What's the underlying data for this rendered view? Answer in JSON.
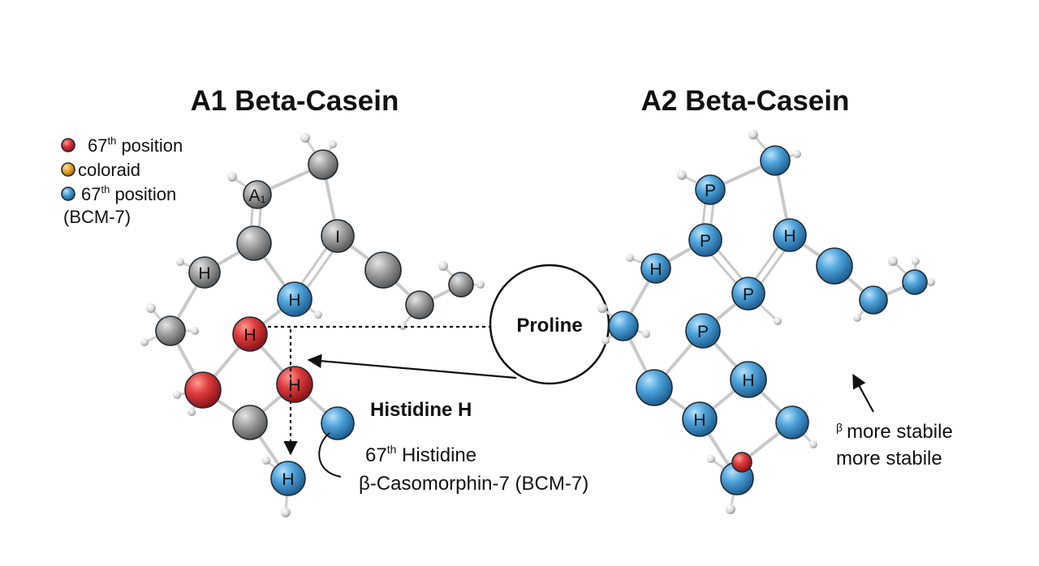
{
  "titles": {
    "a1": "A1 Beta-Casein",
    "a2": "A2 Beta-Casein"
  },
  "legend": [
    {
      "color": "#d8363a",
      "pre": "67",
      "sup": "th",
      "post": " position"
    },
    {
      "color": "#e9a827",
      "pre": "coloraid",
      "sup": "",
      "post": ""
    },
    {
      "color": "#5aa9dc",
      "pre": "67",
      "sup": "th",
      "post": " position"
    },
    {
      "color": "",
      "pre": "(BCM-7)",
      "sup": "",
      "post": ""
    }
  ],
  "proline_label": "Proline",
  "histidine_label": "Histidine H",
  "bcm_lines": {
    "line1_pre": "67",
    "line1_sup": "th",
    "line1_post": " Histidine",
    "line2": "β-Casomorphin-7 (BCM-7)"
  },
  "stability": {
    "prefix": "β",
    "line1": "more stabile",
    "line2": "more stabile"
  },
  "atom_letters": {
    "a1_label": "A₁",
    "isoleucine": "I",
    "histidine": "H",
    "proline": "P"
  },
  "colors": {
    "gray": "#9a9a9a",
    "red": "#d8363a",
    "blue": "#4ea3db",
    "orange": "#e9a827",
    "hydrogen": "#e8e8e8"
  }
}
